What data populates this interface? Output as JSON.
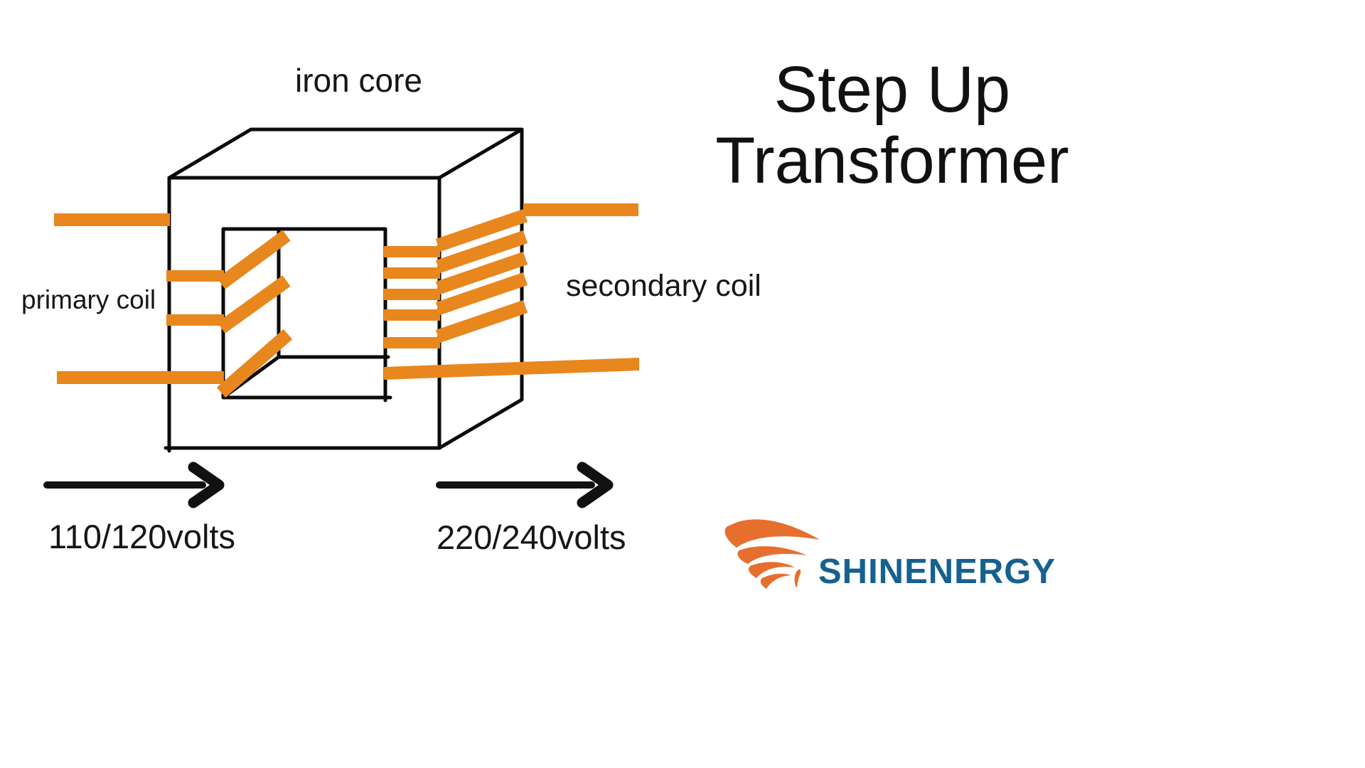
{
  "title": {
    "line1": "Step Up",
    "line2": "Transformer"
  },
  "diagram": {
    "labels": {
      "iron_core": "iron core",
      "primary_coil": "primary coil",
      "secondary_coil": "secondary coil"
    },
    "input_voltage": "110/120volts",
    "output_voltage": "220/240volts",
    "primary_turns_visible": 3,
    "secondary_turns_visible": 6
  },
  "logo": {
    "name": "SHINENERGY",
    "icon": "wing-icon"
  },
  "colors": {
    "coil": "#E8871E",
    "wing": "#E76F2E",
    "logo_blue": "#15618F",
    "line": "#0b0b0b",
    "arrow": "#111111",
    "text": "#161616",
    "background": "#ffffff"
  }
}
